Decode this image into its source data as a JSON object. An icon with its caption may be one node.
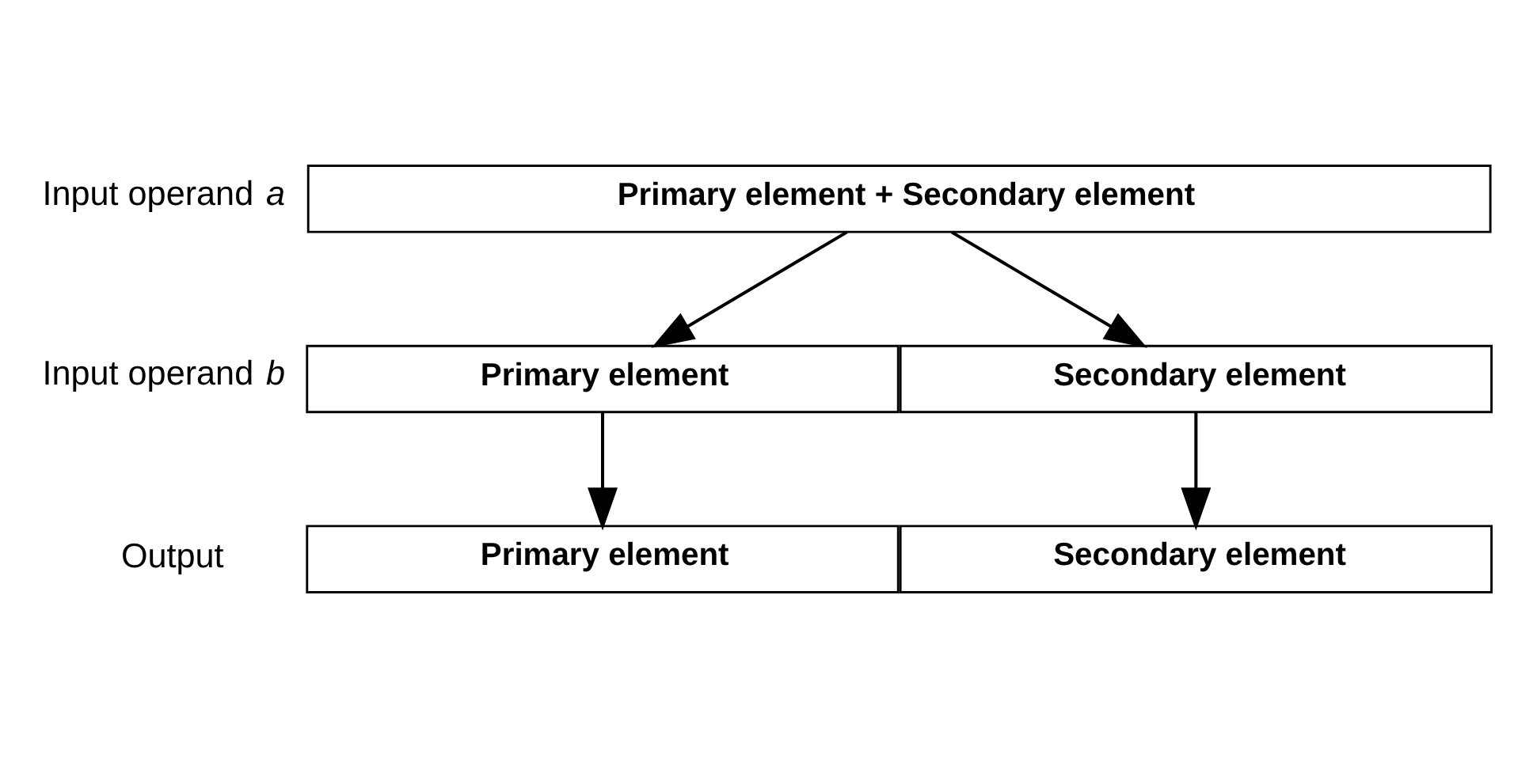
{
  "diagram": {
    "nodes": [
      {
        "text": [
          "Primary element + Secondary element"
        ]
      },
      {
        "text": [
          "Primary element"
        ]
      },
      {
        "text": [
          "Secondary element"
        ]
      },
      {
        "text": [
          "Primary element"
        ]
      },
      {
        "text": [
          "Secondary element"
        ]
      }
    ],
    "edges": [
      {
        "from": 0,
        "to": 1,
        "arrow": "to"
      },
      {
        "from": 0,
        "to": 2,
        "arrow": "to"
      },
      {
        "from": 1,
        "to": 3,
        "arrow": "to"
      },
      {
        "from": 2,
        "to": 4,
        "arrow": "to"
      }
    ],
    "labels": [
      "Input operand *a*",
      "Input operand *b*",
      "Output"
    ]
  }
}
